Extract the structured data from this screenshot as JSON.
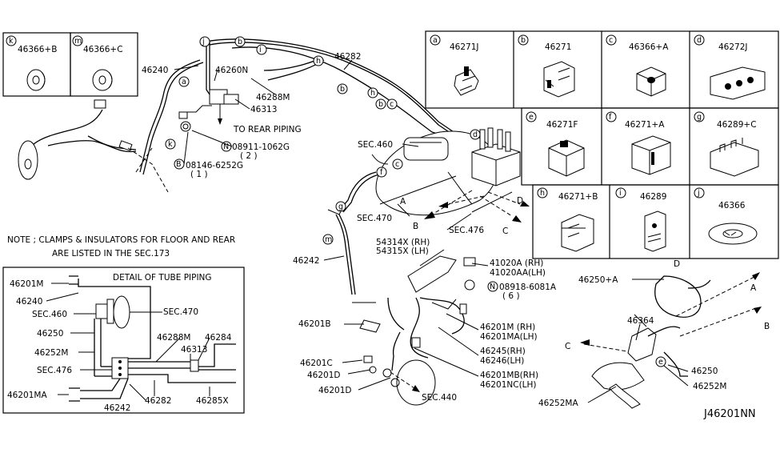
{
  "diagram_id": "J46201NN",
  "note": {
    "line1": "NOTE ; CLAMPS & INSULATORS FOR FLOOR AND REAR",
    "line2": "ARE LISTED IN THE SEC.173"
  },
  "detail_box": {
    "title": "DETAIL OF TUBE PIPING",
    "labels": {
      "l46201M": "46201M",
      "l46240": "46240",
      "sec460": "SEC.460",
      "l46250": "46250",
      "l46252M": "46252M",
      "sec476": "SEC.476",
      "l46201MA": "46201MA",
      "sec470": "SEC.470",
      "l46288M": "46288M",
      "l46284": "46284",
      "l46313": "46313",
      "l46242": "46242",
      "l46282": "46282",
      "l46285X": "46285X"
    }
  },
  "inset_parts": [
    {
      "letter": "k",
      "part": "46366+B"
    },
    {
      "letter": "m",
      "part": "46366+C"
    },
    {
      "letter": "a",
      "part": "46271J"
    },
    {
      "letter": "b",
      "part": "46271"
    },
    {
      "letter": "c",
      "part": "46366+A"
    },
    {
      "letter": "d",
      "part": "46272J"
    },
    {
      "letter": "e",
      "part": "46271F"
    },
    {
      "letter": "f",
      "part": "46271+A"
    },
    {
      "letter": "g",
      "part": "46289+C"
    },
    {
      "letter": "h",
      "part": "46271+B"
    },
    {
      "letter": "i",
      "part": "46289"
    },
    {
      "letter": "j",
      "part": "46366"
    }
  ],
  "callouts": {
    "p46240": "46240",
    "p46260N": "46260N",
    "p46288M": "46288M",
    "p46313": "46313",
    "p46282": "46282",
    "to_rear": "TO REAR PIPING",
    "n08911": "08911-1062G",
    "n08911_qty": "( 2 )",
    "b08146": "08146-6252G",
    "b08146_qty": "( 1 )",
    "sec460": "SEC.460",
    "sec470": "SEC.470",
    "sec476": "SEC.476",
    "p54314X": "54314X (RH)",
    "p54315X": "54315X (LH)",
    "p46242": "46242",
    "p41020A": "41020A  (RH)",
    "p41020AA": "41020AA(LH)",
    "n08918": "08918-6081A",
    "n08918_qty": "( 6 )",
    "p46201B": "46201B",
    "p46201M": "46201M  (RH)",
    "p46201MA": "46201MA(LH)",
    "p46245": "46245(RH)",
    "p46246": "46246(LH)",
    "p46201C": "46201C",
    "p46201D1": "46201D",
    "p46201D2": "46201D",
    "p46201MB": "46201MB(RH)",
    "p46201NC": "46201NC(LH)",
    "sec440": "SEC.440",
    "p46250A": "46250+A",
    "p46364": "46364",
    "p46250": "46250",
    "p46252M": "46252M",
    "p46252MA": "46252MA",
    "arrowA": "A",
    "arrowB": "B",
    "arrowC": "C",
    "arrowD": "D"
  },
  "letters": {
    "a": "a",
    "b": "b",
    "c": "c",
    "d": "d",
    "e": "e",
    "f": "f",
    "g": "g",
    "h": "h",
    "i": "i",
    "j": "j",
    "k": "k",
    "m": "m",
    "N": "N",
    "B": "B"
  }
}
